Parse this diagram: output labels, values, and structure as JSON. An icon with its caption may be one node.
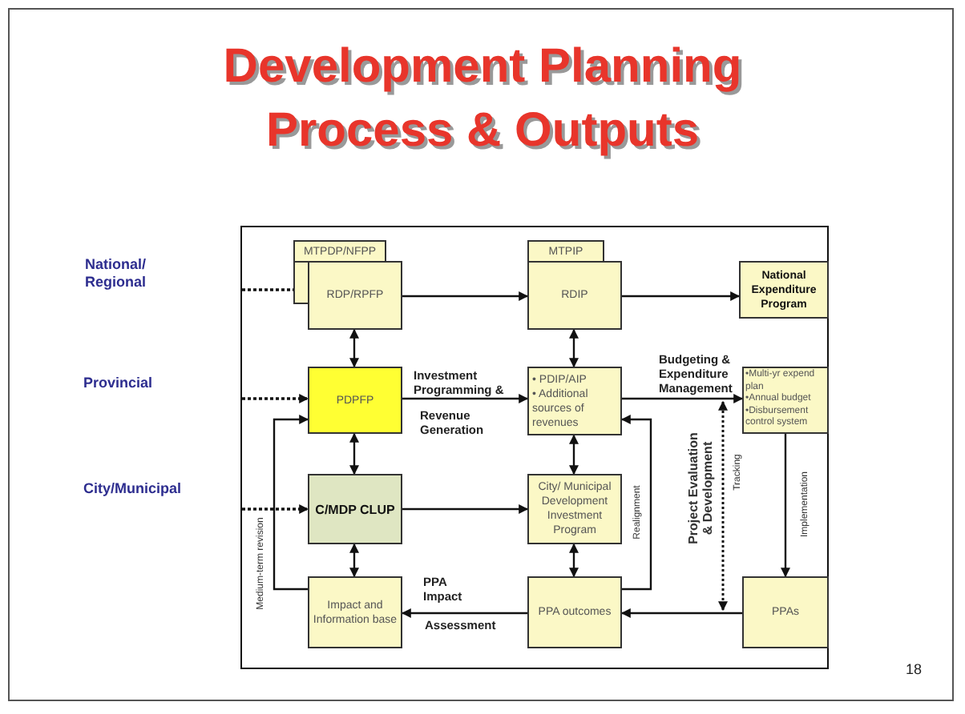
{
  "diagram": {
    "title": "Development Planning Process & Outputs",
    "nodes": [
      {
        "text": [
          "MTPDP/NFPP"
        ]
      },
      {
        "text": [
          "RDP/RPFP"
        ]
      },
      {
        "text": [
          "MTPIP"
        ]
      },
      {
        "text": [
          "RDIP"
        ]
      },
      {
        "text": [
          "National Expenditure Program"
        ]
      },
      {
        "text": [
          "PDPFP"
        ]
      },
      {
        "text": [
          "• PDIP/AIP",
          "• Additional sources of revenues"
        ]
      },
      {
        "text": [
          "•Multi-yr expend plan",
          "•Annual budget",
          "•Disbursement control system"
        ]
      },
      {
        "text": [
          "C/MDP CLUP"
        ]
      },
      {
        "text": [
          "City/ Municipal Development Investment Program"
        ]
      },
      {
        "text": [
          "Impact and Information base"
        ]
      },
      {
        "text": [
          "PPA outcomes"
        ]
      },
      {
        "text": [
          "PPAs"
        ]
      }
    ],
    "edges": [
      {
        "from": null,
        "to": 1,
        "arrow": "to",
        "style": "dashed"
      },
      {
        "from": null,
        "to": 5,
        "arrow": "to",
        "style": "dashed"
      },
      {
        "from": null,
        "to": 8,
        "arrow": "to",
        "style": "dashed"
      },
      {
        "from": 1,
        "to": 3,
        "arrow": "to"
      },
      {
        "from": 3,
        "to": 4,
        "arrow": "to"
      },
      {
        "from": 1,
        "to": 5,
        "arrow": "both"
      },
      {
        "from": 5,
        "to": 8,
        "arrow": "both"
      },
      {
        "from": 8,
        "to": 10,
        "arrow": "both"
      },
      {
        "from": 3,
        "to": 6,
        "arrow": "both"
      },
      {
        "from": 6,
        "to": 9,
        "arrow": "both"
      },
      {
        "from": 9,
        "to": 11,
        "arrow": "both"
      },
      {
        "from": 5,
        "to": 6,
        "arrow": "to",
        "label": "Investment Programming &"
      },
      {
        "from": 6,
        "to": 7,
        "arrow": "to",
        "label": "Budgeting & Expenditure Management"
      },
      {
        "from": 8,
        "to": 9,
        "arrow": "to"
      },
      {
        "from": 11,
        "to": 10,
        "arrow": "to",
        "label": "PPA Impact"
      },
      {
        "from": 12,
        "to": 11,
        "arrow": "to"
      },
      {
        "from": 7,
        "to": 12,
        "arrow": "to"
      },
      {
        "from": 11,
        "to": 6,
        "arrow": "to"
      },
      {
        "from": 10,
        "to": 5,
        "arrow": "to"
      }
    ],
    "labels": [
      "National/ Regional",
      "Provincial",
      "City/Municipal",
      "Revenue Generation",
      "Assessment",
      "Medium-term revision",
      "Realignment",
      "Project Evaluation & Development",
      "Tracking",
      "Implementation",
      "18"
    ]
  }
}
